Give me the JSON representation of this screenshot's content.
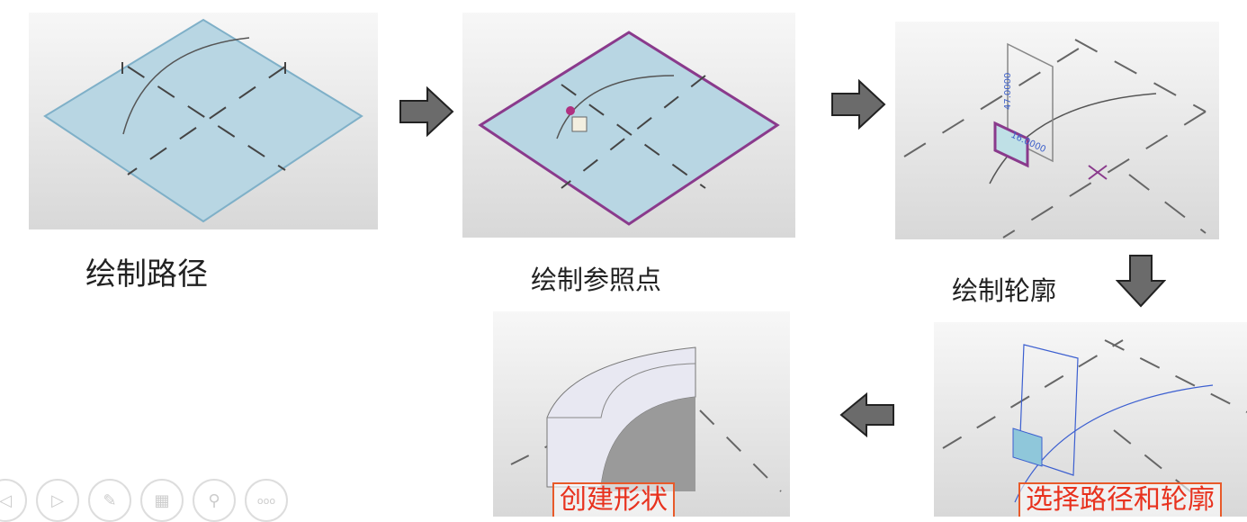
{
  "steps": [
    {
      "label": "绘制路径"
    },
    {
      "label": "绘制参照点"
    },
    {
      "label": "绘制轮廓",
      "dimensions": [
        "47.0000",
        "16.0000"
      ]
    },
    {
      "label": "选择路径和轮廓"
    },
    {
      "label": "创建形状"
    }
  ],
  "toolbar": {
    "icons": [
      "previous-icon",
      "play-icon",
      "pen-icon",
      "slides-icon",
      "zoom-icon",
      "more-icon"
    ],
    "more_label": "ooo"
  },
  "colors": {
    "arrow": "#6b6b6b",
    "highlight": "#e8321e",
    "plane": "#b5d3e0",
    "selection": "#8a3a8c"
  }
}
